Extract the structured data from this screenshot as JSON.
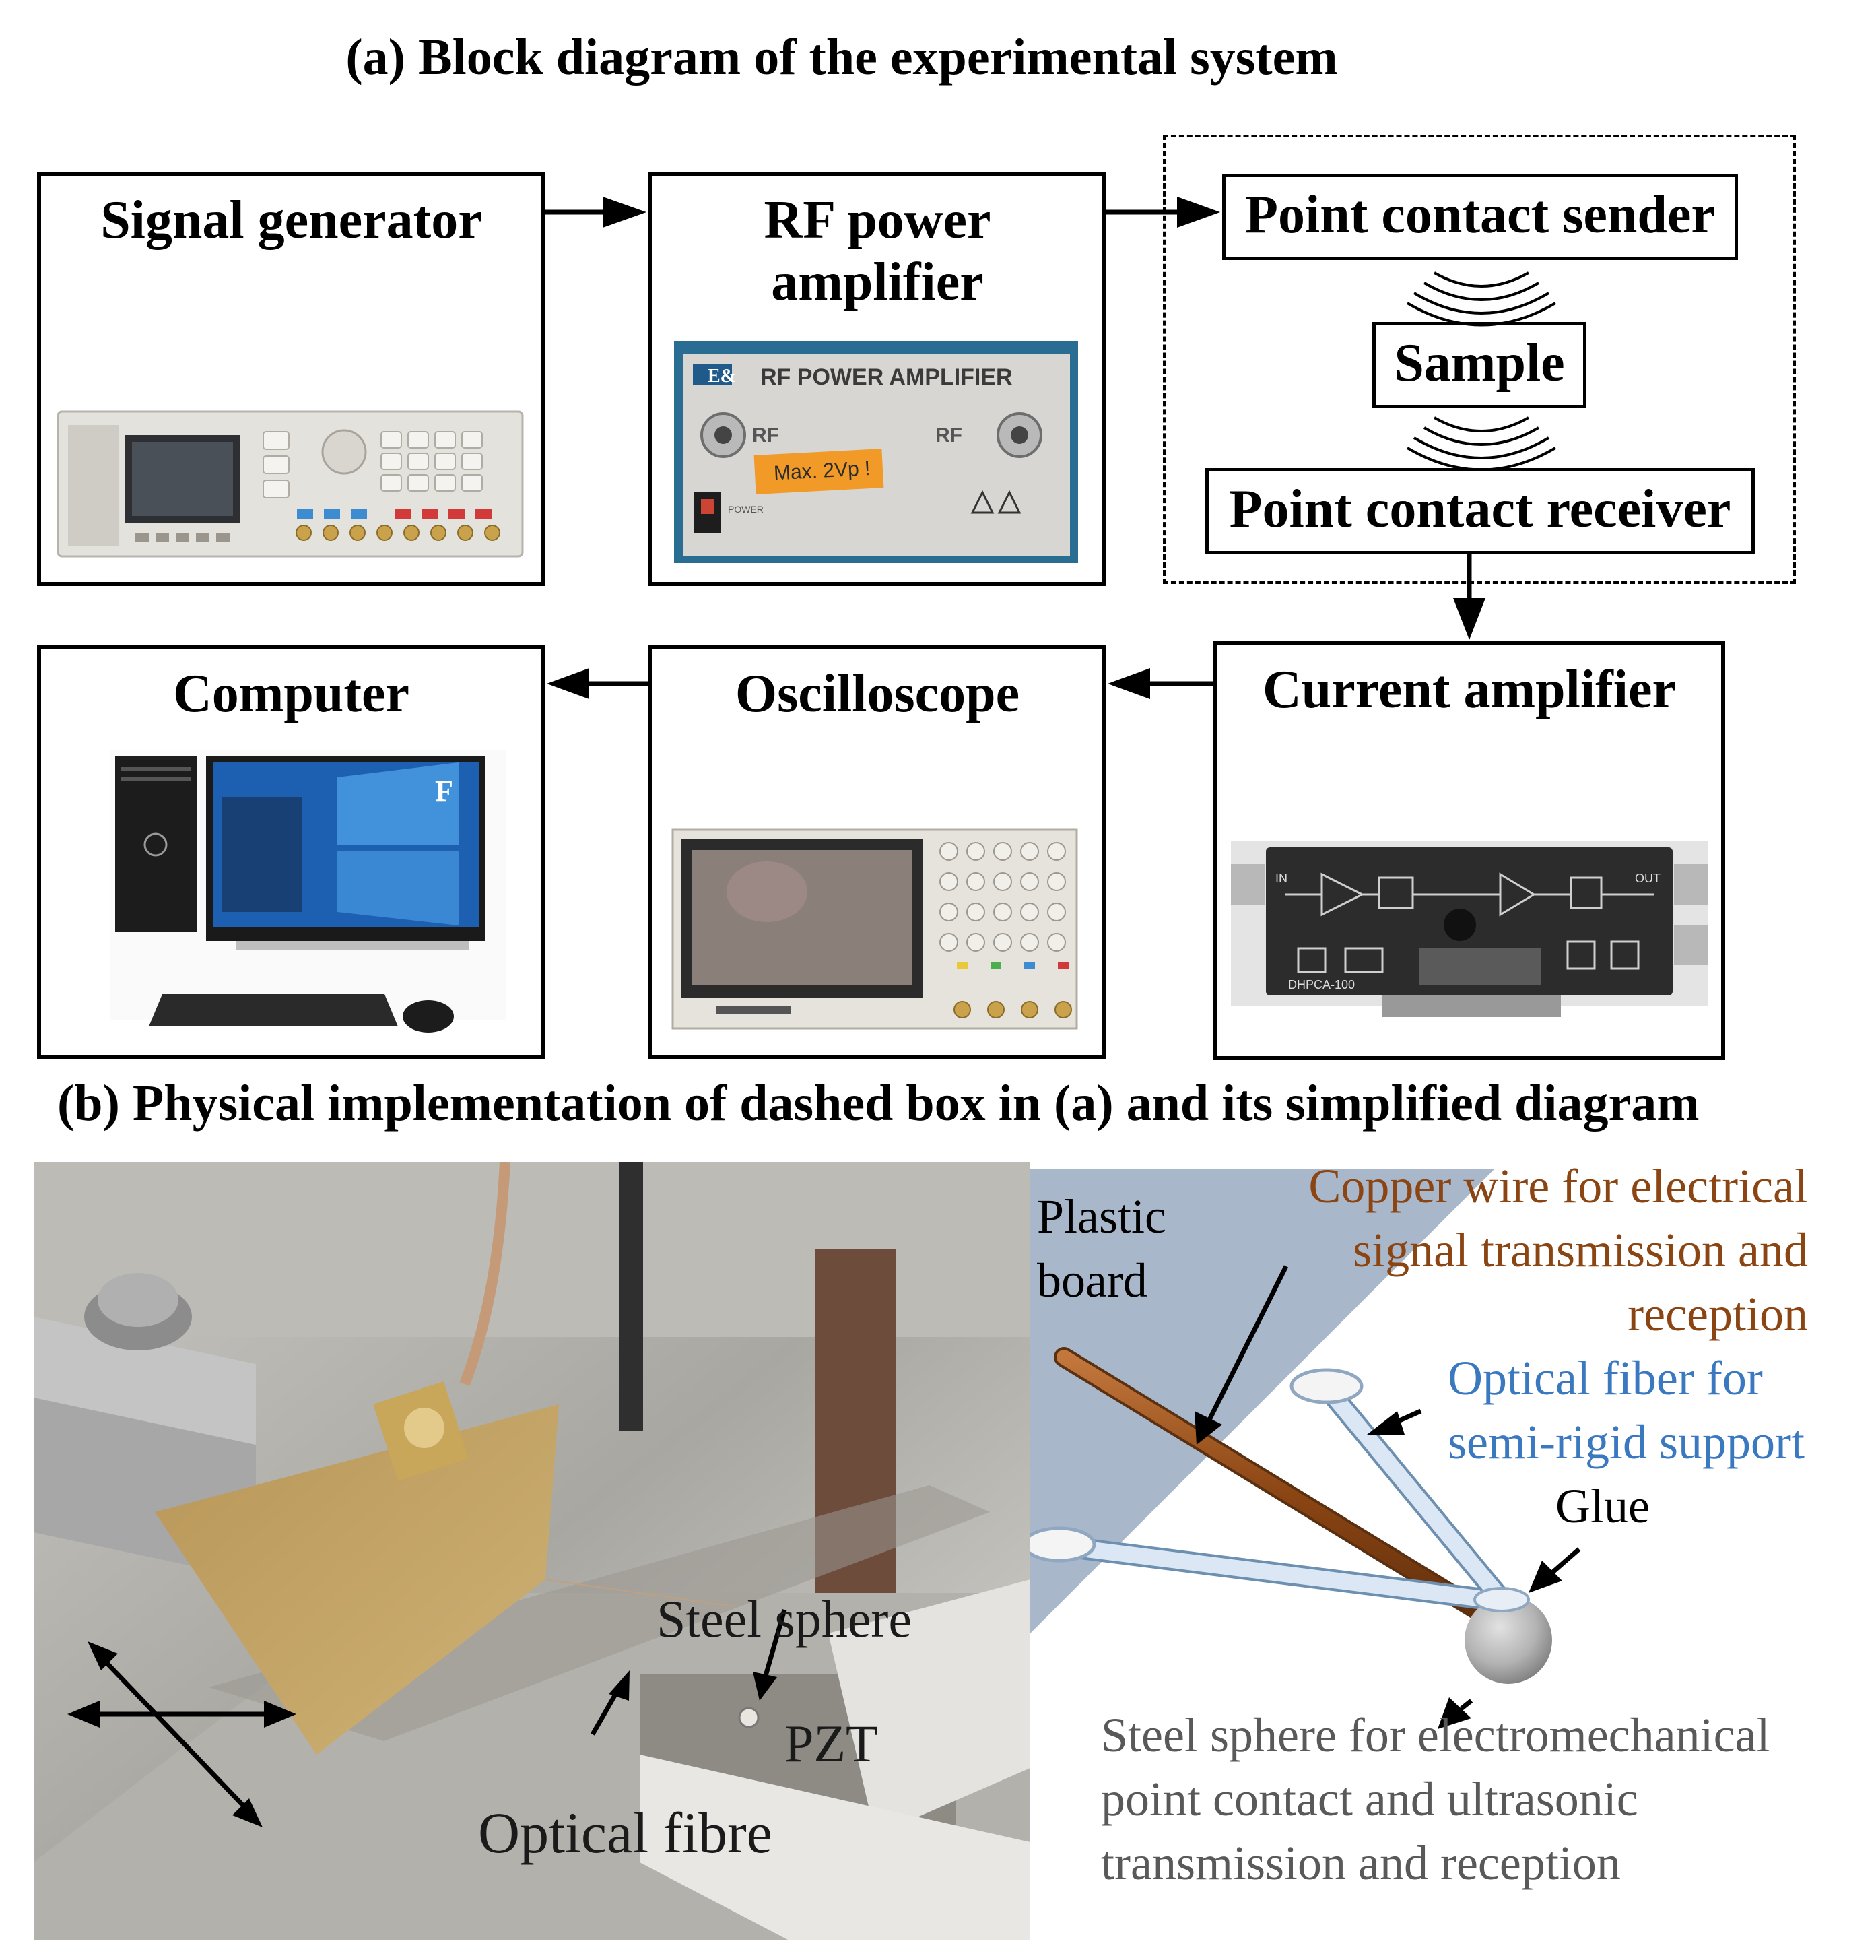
{
  "panel_a": {
    "title": "(a) Block diagram of the experimental system",
    "blocks": {
      "signal_generator": "Signal generator",
      "rf_amp_line1": "RF power",
      "rf_amp_line2": "amplifier",
      "computer": "Computer",
      "oscilloscope": "Oscilloscope",
      "current_amplifier": "Current amplifier"
    },
    "dashed_group": {
      "sender": "Point contact sender",
      "sample": "Sample",
      "receiver": "Point contact receiver"
    },
    "photo_text": {
      "rf_panel_title": "RF POWER AMPLIFIER",
      "rf_in": "RF",
      "rf_out": "RF",
      "rf_sticker": "Max. 2Vp !",
      "rf_power": "POWER",
      "current_amp_model": "DHPCA-100",
      "current_amp_in": "IN",
      "current_amp_out": "OUT",
      "computer_logo": "F"
    }
  },
  "panel_b": {
    "title": "(b) Physical implementation of dashed box in (a) and its simplified diagram",
    "photo_labels": {
      "steel_sphere": "Steel sphere",
      "pzt": "PZT",
      "optical_fibre": "Optical fibre"
    },
    "diagram_labels": {
      "plastic_board_1": "Plastic",
      "plastic_board_2": "board",
      "copper_1": "Copper wire for electrical",
      "copper_2": "signal transmission and",
      "copper_3": "reception",
      "fiber_1": "Optical fiber for",
      "fiber_2": "semi-rigid support",
      "glue": "Glue",
      "sphere_1": "Steel sphere for electromechanical",
      "sphere_2": "point contact and ultrasonic",
      "sphere_3": "transmission and reception"
    },
    "colors": {
      "copper_text": "#8B4513",
      "fiber_text": "#3A78C0",
      "sphere_text": "#595959",
      "board_fill": "#A9B7CB"
    }
  }
}
